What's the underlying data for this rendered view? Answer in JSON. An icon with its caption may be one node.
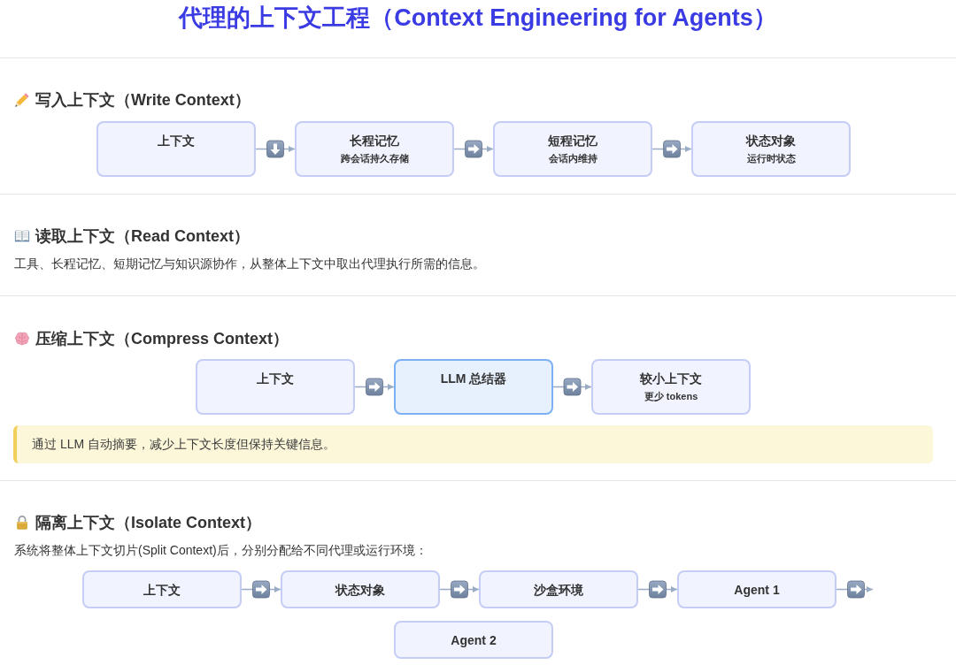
{
  "diagram": {
    "title": "代理的上下文工程（Context Engineering for Agents）",
    "nodes": [
      {
        "text": [
          "上下文"
        ]
      },
      {
        "text": [
          "长程记忆",
          "跨会话持久存储"
        ]
      },
      {
        "text": [
          "短程记忆",
          "会话内维持"
        ]
      },
      {
        "text": [
          "状态对象",
          "运行时状态"
        ]
      },
      {
        "text": [
          "上下文"
        ]
      },
      {
        "text": [
          "LLM 总结器"
        ]
      },
      {
        "text": [
          "较小上下文",
          "更少 tokens"
        ]
      },
      {
        "text": [
          "通过 LLM 自动摘要，减少上下文长度但保持关键信息。"
        ]
      },
      {
        "text": [
          "上下文"
        ]
      },
      {
        "text": [
          "状态对象"
        ]
      },
      {
        "text": [
          "沙盒环境"
        ]
      },
      {
        "text": [
          "Agent 1"
        ]
      },
      {
        "text": [
          "Agent 2"
        ]
      }
    ],
    "edges": [
      {
        "from": 0,
        "to": 1,
        "arrow": "to"
      },
      {
        "from": 1,
        "to": 2,
        "arrow": "to"
      },
      {
        "from": 2,
        "to": 3,
        "arrow": "to"
      },
      {
        "from": 4,
        "to": 5,
        "arrow": "to"
      },
      {
        "from": 5,
        "to": 6,
        "arrow": "to"
      },
      {
        "from": 8,
        "to": 9,
        "arrow": "to"
      },
      {
        "from": 9,
        "to": 10,
        "arrow": "to"
      },
      {
        "from": 10,
        "to": 11,
        "arrow": "to"
      },
      {
        "from": 11,
        "to": null,
        "arrow": "to"
      }
    ],
    "labels": [
      "写入上下文（Write Context）",
      "读取上下文（Read Context）",
      "工具、长程记忆、短期记忆与知识源协作，从整体上下文中取出代理执行所需的信息。",
      "压缩上下文（Compress Context）",
      "隔离上下文（Isolate Context）",
      "系统将整体上下文切片(Split Context)后，分别分配给不同代理或运行环境："
    ]
  }
}
